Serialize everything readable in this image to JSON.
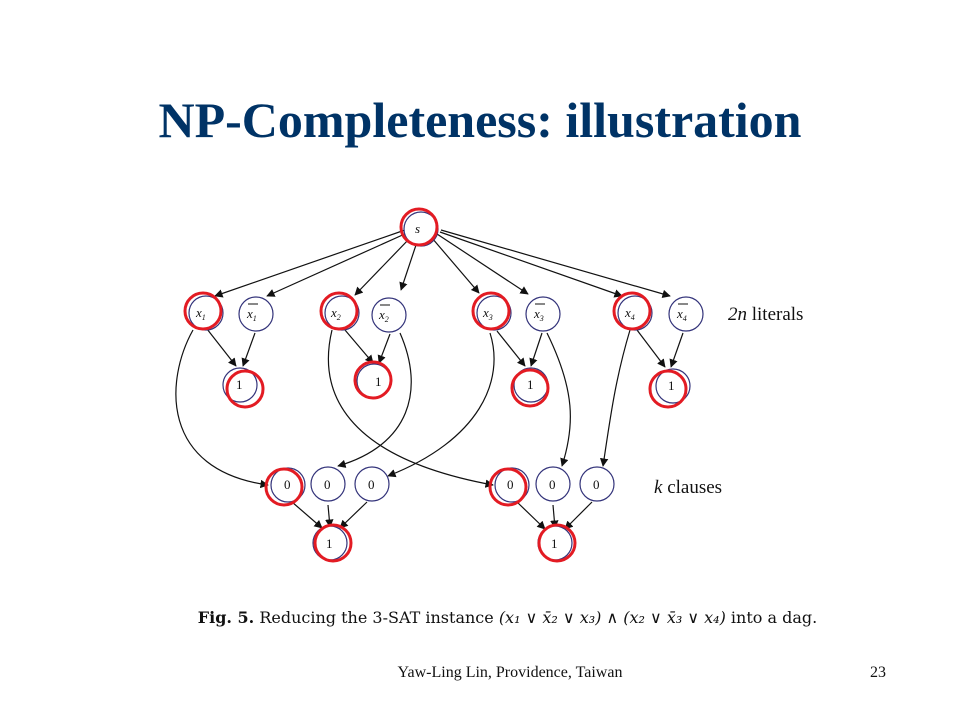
{
  "slide": {
    "title": "NP-Completeness: illustration",
    "footer_author": "Yaw-Ling Lin, Providence, Taiwan",
    "page_number": "23"
  },
  "diagram": {
    "source_label": "s",
    "literals": [
      {
        "name": "x",
        "sub": "1",
        "negated": false,
        "highlighted": true
      },
      {
        "name": "x",
        "sub": "1",
        "negated": true,
        "highlighted": false
      },
      {
        "name": "x",
        "sub": "2",
        "negated": false,
        "highlighted": true
      },
      {
        "name": "x",
        "sub": "2",
        "negated": true,
        "highlighted": false
      },
      {
        "name": "x",
        "sub": "3",
        "negated": false,
        "highlighted": true
      },
      {
        "name": "x",
        "sub": "3",
        "negated": true,
        "highlighted": false
      },
      {
        "name": "x",
        "sub": "4",
        "negated": false,
        "highlighted": true
      },
      {
        "name": "x",
        "sub": "4",
        "negated": true,
        "highlighted": false
      }
    ],
    "pair_sink_label": "1",
    "clause_node_label": "0",
    "clause_sink_label": "1",
    "literals_label_var": "2n",
    "literals_label_text": " literals",
    "clauses_label_var": "k",
    "clauses_label_text": " clauses"
  },
  "caption": {
    "fig_label": "Fig. 5.",
    "text_before": " Reducing the 3-SAT instance ",
    "formula": "(x₁ ∨ x̄₂ ∨ x₃) ∧ (x₂ ∨ x̄₃ ∨ x₄)",
    "text_after": " into a dag."
  },
  "colors": {
    "title": "#003366",
    "highlight": "#e31b23",
    "node_border": "#33337a"
  }
}
